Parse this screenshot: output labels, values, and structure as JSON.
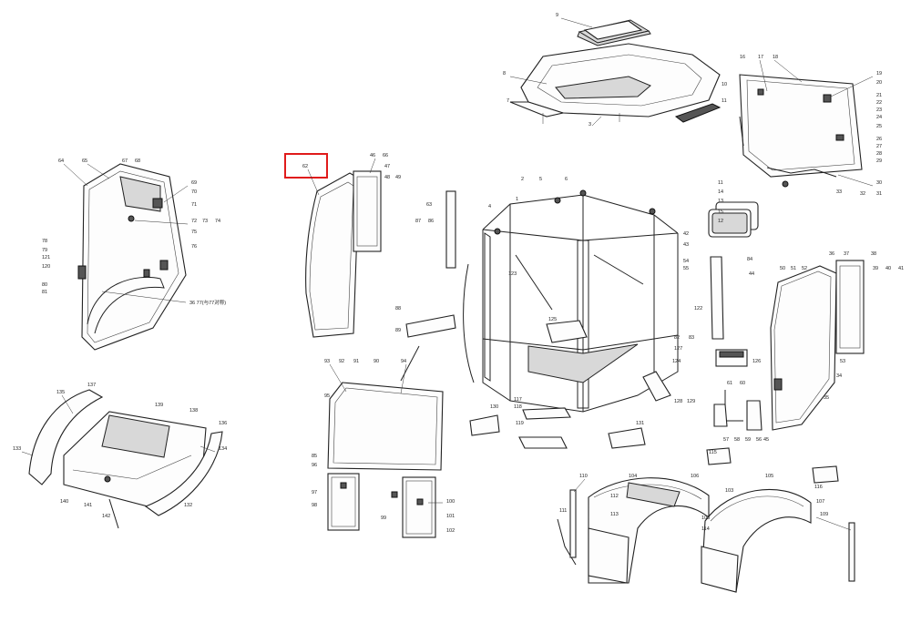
{
  "callouts": {
    "c1": "1",
    "c2": "2",
    "c3": "3",
    "c4": "4",
    "c5": "5",
    "c6": "6",
    "c7": "7",
    "c8": "8",
    "c9": "9",
    "c10": "10",
    "c11": "11",
    "c12": "12",
    "c13": "13",
    "c14": "14",
    "c15": "15",
    "c16": "16",
    "c17": "17",
    "c18": "18",
    "c19": "19",
    "c20": "20",
    "c21": "21",
    "c22": "22",
    "c23": "23",
    "c24": "24",
    "c25": "25",
    "c26": "26",
    "c27": "27",
    "c28": "28",
    "c29": "29",
    "c30": "30",
    "c31": "31",
    "c32": "32",
    "c33": "33",
    "c34": "34",
    "c35": "35",
    "c36": "36",
    "c37": "37",
    "c38": "38",
    "c39": "39",
    "c40": "40",
    "c41": "41",
    "c42": "42",
    "c43": "43",
    "c44": "44",
    "c45": "45",
    "c46": "46",
    "c47": "47",
    "c48": "48",
    "c49": "49",
    "c50": "50",
    "c51": "51",
    "c52": "52",
    "c53": "53",
    "c54": "54",
    "c55": "55",
    "c56": "56",
    "c57": "57",
    "c58": "58",
    "c59": "59",
    "c60": "60",
    "c61": "61",
    "c62": "62",
    "c63": "63",
    "c64": "64",
    "c65": "65",
    "c66": "66",
    "c67": "67",
    "c68": "68",
    "c69": "69",
    "c70": "70",
    "c71": "71",
    "c72": "72",
    "c73": "73",
    "c74": "74",
    "c75": "75",
    "c76": "76",
    "c77": "77",
    "c78": "78",
    "c79": "79",
    "c80": "80",
    "c81": "81",
    "c82": "82",
    "c83": "83",
    "c84": "84",
    "c85": "85",
    "c86": "86",
    "c87": "87",
    "c88": "88",
    "c89": "89",
    "c90": "90",
    "c91": "91",
    "c92": "92",
    "c93": "93",
    "c94": "94",
    "c95": "95",
    "c96": "96",
    "c97": "97",
    "c98": "98",
    "c99": "99",
    "c100": "100",
    "c101": "101",
    "c102": "102",
    "c103": "103",
    "c104": "104",
    "c105": "105",
    "c106": "106",
    "c107": "107",
    "c108": "108",
    "c109": "109",
    "c110": "110",
    "c111": "111",
    "c112": "112",
    "c113": "113",
    "c114": "114",
    "c115": "115",
    "c116": "116",
    "c117": "117",
    "c118": "118",
    "c119": "119",
    "c120": "120",
    "c121": "121",
    "c122": "122",
    "c123": "123",
    "c124": "124",
    "c125": "125",
    "c126": "126",
    "c127": "127",
    "c128": "128",
    "c129": "129",
    "c130": "130",
    "c131": "131",
    "c132": "132",
    "c133": "133",
    "c134": "134",
    "c135": "135",
    "c136": "136",
    "c137": "137",
    "c138": "138",
    "c139": "139",
    "c140": "140",
    "c141": "141",
    "c142": "142"
  },
  "note_label": "36 77(与77对称)",
  "highlight": {
    "label": "62",
    "color": "#e01b1b"
  }
}
